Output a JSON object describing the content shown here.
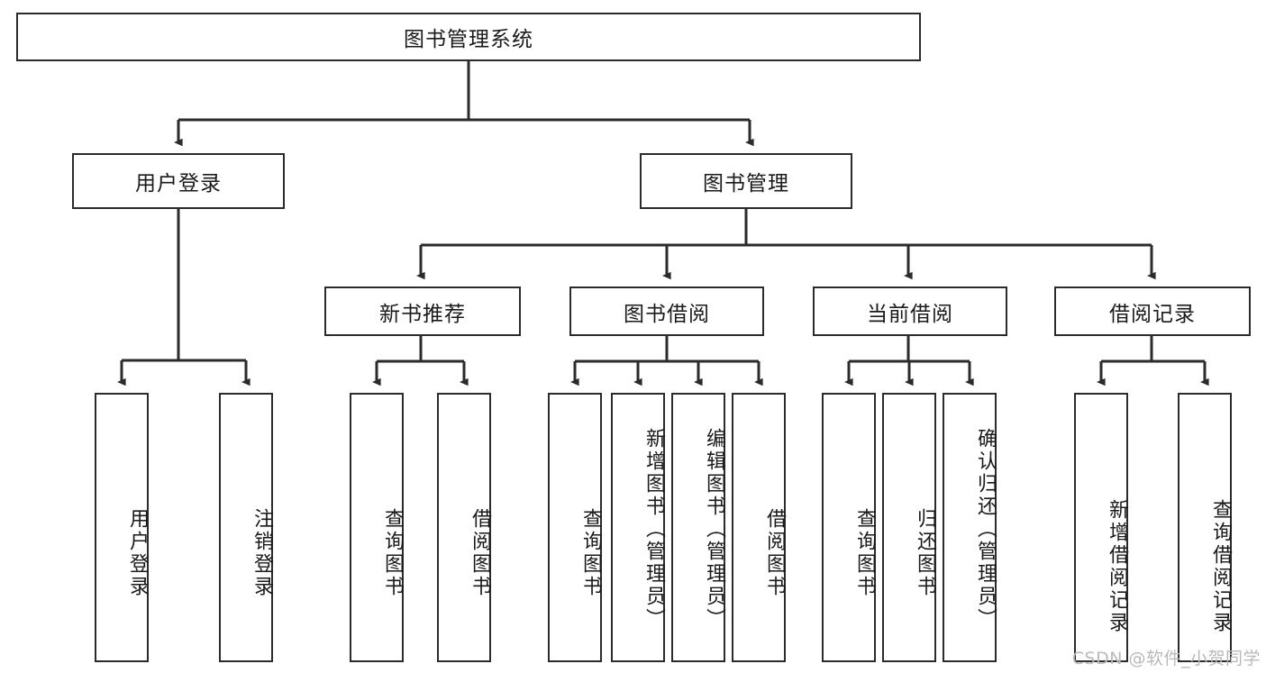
{
  "diagram": {
    "type": "tree-hierarchy",
    "title": "图书管理系统",
    "watermark": "CSDN @软件_小贺同学",
    "colors": {
      "box_border": "#2b2b2b",
      "box_fill": "#ffffff",
      "edge": "#2b2b2b",
      "text": "#1a1a1a",
      "watermark": "#b9b9b9"
    },
    "levels": {
      "root": {
        "label": "图书管理系统"
      },
      "level2": [
        {
          "label": "用户登录"
        },
        {
          "label": "图书管理"
        }
      ],
      "level3": [
        {
          "label": "新书推荐"
        },
        {
          "label": "图书借阅"
        },
        {
          "label": "当前借阅"
        },
        {
          "label": "借阅记录"
        }
      ],
      "leaves": [
        {
          "label": "用户登录",
          "parent": "用户登录"
        },
        {
          "label": "注销登录",
          "parent": "用户登录"
        },
        {
          "label": "查询图书",
          "parent": "新书推荐"
        },
        {
          "label": "借阅图书",
          "parent": "新书推荐"
        },
        {
          "label": "查询图书",
          "parent": "图书借阅"
        },
        {
          "label": "新增图书（管理员）",
          "parent": "图书借阅"
        },
        {
          "label": "编辑图书（管理员）",
          "parent": "图书借阅"
        },
        {
          "label": "借阅图书",
          "parent": "图书借阅"
        },
        {
          "label": "查询图书",
          "parent": "当前借阅"
        },
        {
          "label": "归还图书",
          "parent": "当前借阅"
        },
        {
          "label": "确认归还（管理员）",
          "parent": "当前借阅"
        },
        {
          "label": "新增借阅记录",
          "parent": "借阅记录"
        },
        {
          "label": "查询借阅记录",
          "parent": "借阅记录"
        }
      ]
    }
  }
}
